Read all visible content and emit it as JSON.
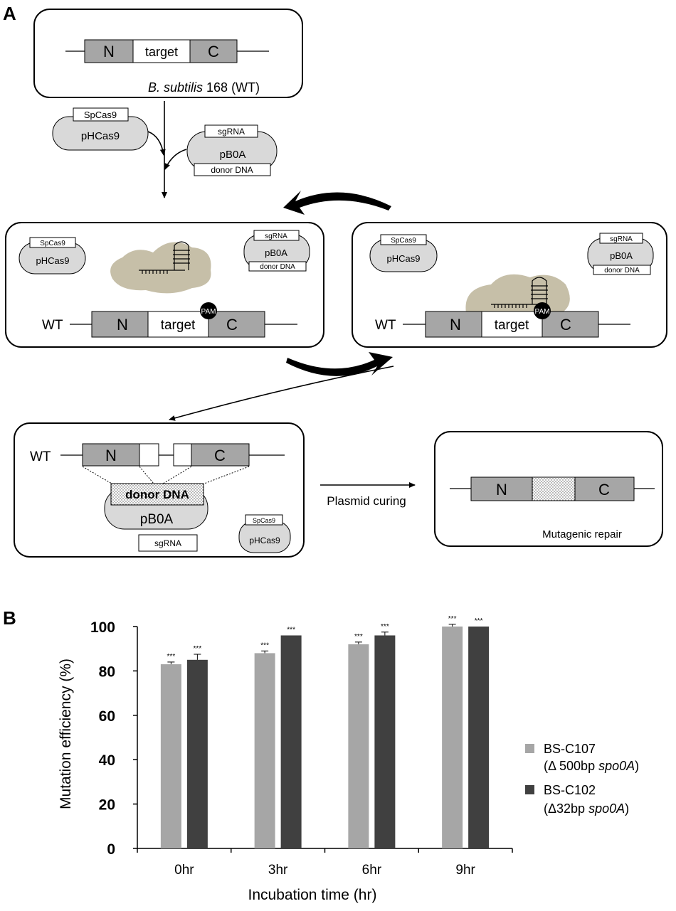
{
  "panel_a": {
    "letter": "A",
    "top_cell": {
      "strain_italic": "B. subtilis",
      "strain_rest": " 168  (WT)"
    },
    "gene": {
      "n": "N",
      "target": "target",
      "c": "C"
    },
    "plasmid_cas9": {
      "name": "pHCas9",
      "insert": "SpCas9"
    },
    "plasmid_b0a": {
      "name": "pB0A",
      "insert_top": "sgRNA",
      "insert_bottom": "donor DNA",
      "insert_bottom_alt": "donor  DNA"
    },
    "wt_label": "WT",
    "pam_label": "PAM",
    "curing_label": "Plasmid curing",
    "donor_box_label": "donor DNA",
    "mutagenic_label": "Mutagenic repair"
  },
  "panel_b": {
    "letter": "B",
    "legend": [
      {
        "name": "BS-C107",
        "detail_pre": "(Δ 500bp  ",
        "detail_italic": "spo0A",
        "detail_post": ")",
        "color": "#a6a6a6"
      },
      {
        "name": "BS-C102",
        "detail_pre": "(Δ32bp  ",
        "detail_italic": "spo0A",
        "detail_post": ")",
        "color": "#404040"
      }
    ]
  },
  "chart_data": {
    "type": "bar",
    "categories": [
      "0hr",
      "3hr",
      "6hr",
      "9hr"
    ],
    "series": [
      {
        "name": "BS-C107",
        "values": [
          83,
          88,
          92,
          100
        ],
        "errors": [
          1,
          1,
          1,
          1
        ],
        "color": "#a6a6a6"
      },
      {
        "name": "BS-C102",
        "values": [
          85,
          96,
          96,
          100
        ],
        "errors": [
          2.5,
          0,
          1.5,
          0
        ],
        "color": "#404040"
      }
    ],
    "significance": [
      "***",
      "***",
      "***",
      "***",
      "***",
      "***",
      "***",
      "***"
    ],
    "xlabel": "Incubation time (hr)",
    "ylabel": "Mutation efficiency (%)",
    "ylim": [
      0,
      100
    ],
    "yticks": [
      0,
      20,
      40,
      60,
      80,
      100
    ],
    "grid": false,
    "legend_position": "right"
  }
}
